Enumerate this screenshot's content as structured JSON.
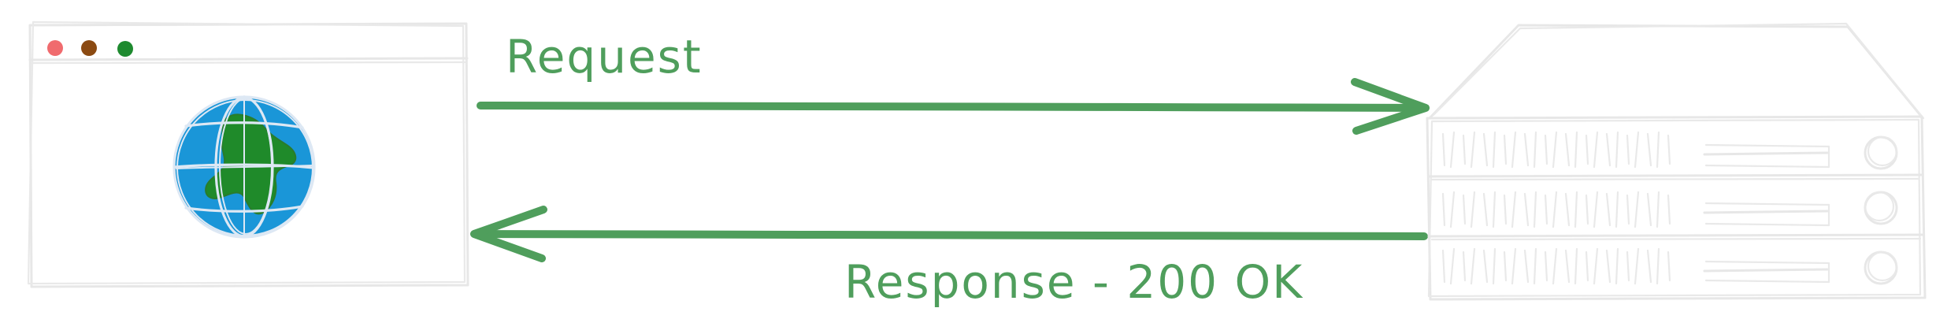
{
  "request_arrow": {
    "label": "Request",
    "color": "#4f9e5c",
    "direction": "browser-to-server"
  },
  "response_arrow": {
    "label": "Response - 200 OK",
    "color": "#4f9e5c",
    "direction": "server-to-browser"
  },
  "browser": {
    "window_controls": [
      "close-dot",
      "minimize-dot",
      "maximize-dot"
    ],
    "control_colors": [
      "#f06b6e",
      "#8b4a12",
      "#1e8a2f"
    ],
    "content_icon": "globe-icon",
    "globe_ocean_color": "#1a96d8",
    "globe_land_color": "#1f8a2a"
  },
  "server": {
    "icon": "server-rack-icon",
    "units": 3
  }
}
